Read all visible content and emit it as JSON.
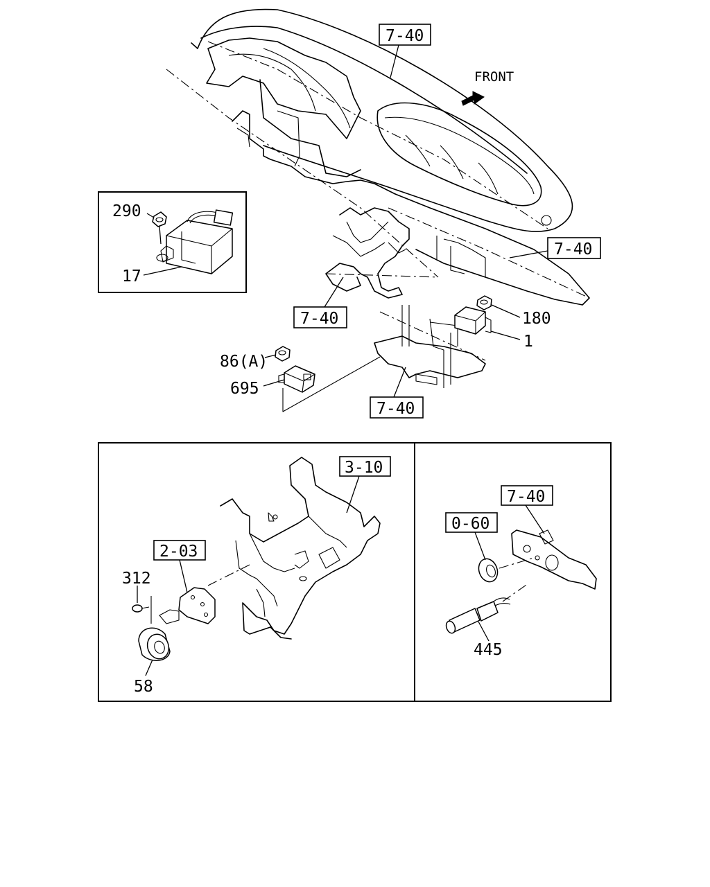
{
  "direction": {
    "label": "FRONT"
  },
  "callouts": {
    "dash_top": "7-40",
    "dash_right": "7-40",
    "bracket_left": "7-40",
    "bracket_lower": "7-40",
    "bottom_left_bracket": "3-10",
    "bottom_left_part": "2-03",
    "bottom_right_top": "7-40",
    "bottom_right_grommet": "0-60"
  },
  "parts": {
    "nut_290": "290",
    "module_17": "17",
    "nut_180": "180",
    "relay_1": "1",
    "nut_86a": "86(A)",
    "connector_695": "695",
    "screw_312": "312",
    "horn_58": "58",
    "switch_445": "445"
  }
}
